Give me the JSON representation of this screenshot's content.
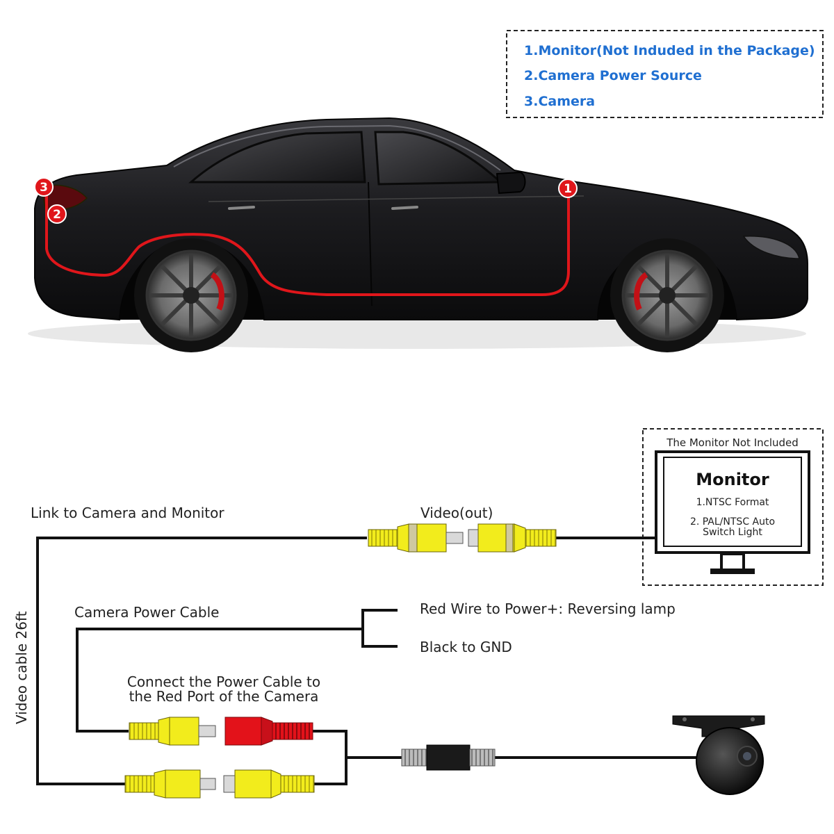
{
  "legend": {
    "items": [
      "1.Monitor(Not Induded in the Package)",
      "2.Camera Power Source",
      "3.Camera"
    ]
  },
  "markers": [
    "1",
    "2",
    "3"
  ],
  "monitor_box": {
    "note": "The Monitor Not Included",
    "title": "Monitor",
    "feature_1": "1.NTSC Format",
    "feature_2_line1": "2. PAL/NTSC Auto",
    "feature_2_line2": "Switch Light"
  },
  "labels": {
    "link": "Link to Camera and Monitor",
    "video_out": "Video(out)",
    "video_cable": "Video cable 26ft",
    "power_cable": "Camera Power Cable",
    "red_wire": "Red Wire to Power+: Reversing lamp",
    "black_gnd": "Black to GND",
    "connect_line1": "Connect the Power Cable to",
    "connect_line2": "the Red Port of the Camera"
  },
  "colors": {
    "wire_red": "#e0161b",
    "legend_blue": "#1f6fd1",
    "plug_yellow": "#f2ec1c",
    "plug_red": "#e3121a",
    "car_body": "#1a1a1c"
  }
}
